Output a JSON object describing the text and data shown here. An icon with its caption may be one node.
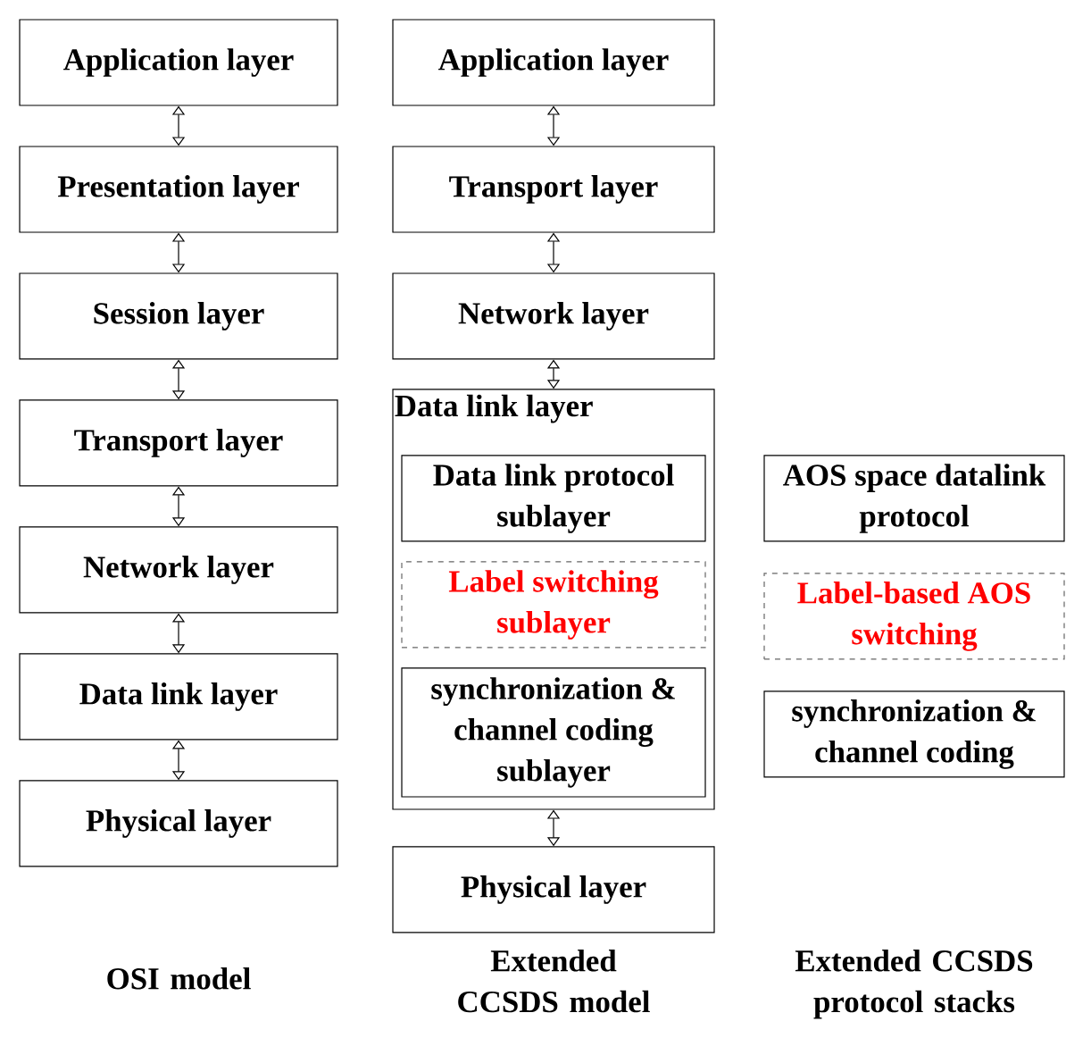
{
  "diagram": {
    "nodes": [
      {
        "text": [
          "Application layer"
        ]
      },
      {
        "text": [
          "Presentation layer"
        ]
      },
      {
        "text": [
          "Session layer"
        ]
      },
      {
        "text": [
          "Transport layer"
        ]
      },
      {
        "text": [
          "Network layer"
        ]
      },
      {
        "text": [
          "Data link layer"
        ]
      },
      {
        "text": [
          "Physical layer"
        ]
      },
      {
        "text": [
          "Application layer"
        ]
      },
      {
        "text": [
          "Transport layer"
        ]
      },
      {
        "text": [
          "Network layer"
        ]
      },
      {
        "text": [
          "Data link layer"
        ]
      },
      {
        "text": [
          "Data link protocol sublayer"
        ],
        "in": 10
      },
      {
        "text": [
          "Label switching sublayer"
        ],
        "in": 10
      },
      {
        "text": [
          "synchronization & channel coding sublayer"
        ],
        "in": 10
      },
      {
        "text": [
          "Physical layer"
        ]
      },
      {
        "text": [
          "AOS space datalink protocol"
        ]
      },
      {
        "text": [
          "Label-based AOS switching"
        ]
      },
      {
        "text": [
          "synchronization & channel coding"
        ]
      }
    ],
    "edges": [
      {
        "from": 0,
        "to": 1,
        "arrow": "both"
      },
      {
        "from": 1,
        "to": 2,
        "arrow": "both"
      },
      {
        "from": 2,
        "to": 3,
        "arrow": "both"
      },
      {
        "from": 3,
        "to": 4,
        "arrow": "both"
      },
      {
        "from": 4,
        "to": 5,
        "arrow": "both"
      },
      {
        "from": 5,
        "to": 6,
        "arrow": "both"
      },
      {
        "from": 7,
        "to": 8,
        "arrow": "both"
      },
      {
        "from": 8,
        "to": 9,
        "arrow": "both"
      },
      {
        "from": 9,
        "to": 10,
        "arrow": "both"
      },
      {
        "from": 10,
        "to": 14,
        "arrow": "both"
      }
    ],
    "labels": [
      "OSI model",
      "Extended CCSDS model",
      "Extended CCSDS protocol stacks"
    ]
  }
}
